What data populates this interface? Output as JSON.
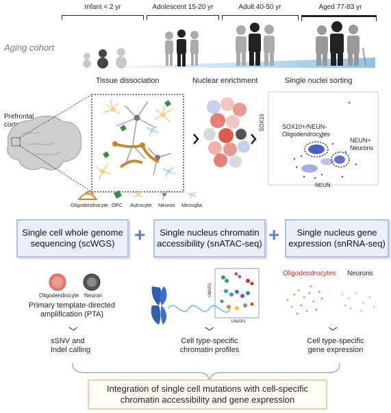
{
  "cohort": {
    "title": "Aging cohort",
    "groups": [
      {
        "label": "Infant < 2 yr"
      },
      {
        "label": "Adolescent  15-20 yr"
      },
      {
        "label": "Adult  40-50 yr"
      },
      {
        "label": "Aged 77-83 yr"
      }
    ]
  },
  "workflow": {
    "tissue_title": "Tissue dissociation",
    "nuclear_title": "Nuclear enrichment",
    "sorting_title": "Single nuclei sorting",
    "brain_label_line1": "Prefrontal",
    "brain_label_line2": "cortex",
    "cell_types": [
      "Oligodendrocyte",
      "OPC",
      "Astrocyte",
      "Neuron",
      "Microglia"
    ],
    "facs": {
      "ylabel": "SOX10",
      "xlabel": "NEUN",
      "gate1_line1": "SOX10+/NEUN-",
      "gate1_line2": "Oligodendrocytes",
      "gate2_line1": "NEUN+",
      "gate2_line2": "Neurons"
    }
  },
  "methods": [
    {
      "line1": "Single cell whole genome",
      "line2": "sequencing (scWGS)"
    },
    {
      "line1": "Single nucleus chromatin",
      "line2": "accessibility (snATAC-seq)"
    },
    {
      "line1": "Single nucleus gene",
      "line2": "expression (snRNA-seq)"
    }
  ],
  "pta": {
    "cell1": "Oligodendrocyte",
    "cell2": "Neuron",
    "line1": "Primary template-directed",
    "line2": "amplification (PTA)"
  },
  "umap": {
    "ylabel": "UMAP2",
    "xlabel": "UMAP1"
  },
  "rna": {
    "label1": "Oligodendrocytes",
    "label2": "Neurons"
  },
  "outputs": [
    {
      "line1": "sSNV and",
      "line2": "Indel calling"
    },
    {
      "line1": "Cell type-specific",
      "line2": "chromatin profiles"
    },
    {
      "line1": "Cell type-specific",
      "line2": "gene expression"
    }
  ],
  "final": {
    "line1": "Integration of single cell mutations with cell-specific",
    "line2": "chromatin accessibility and gene expression"
  },
  "colors": {
    "accent_blue": "#5a7fbf",
    "box_fill": "#e9f0fb",
    "oligo_red": "#cc2222",
    "final_border": "#e6d49a"
  }
}
